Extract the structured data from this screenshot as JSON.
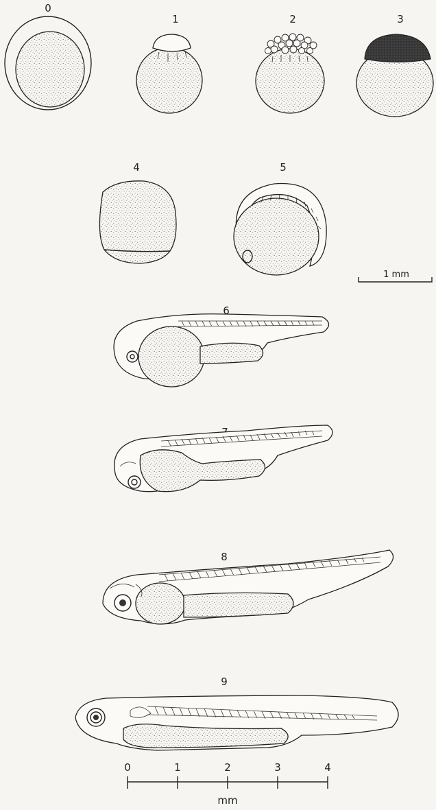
{
  "figure": {
    "stage_labels": [
      "0",
      "1",
      "2",
      "3",
      "4",
      "5",
      "6",
      "7",
      "8",
      "9"
    ],
    "scale_top": {
      "label": "1 mm"
    },
    "scale_bottom": {
      "ticks": [
        "0",
        "1",
        "2",
        "3",
        "4"
      ],
      "unit": "mm"
    }
  }
}
